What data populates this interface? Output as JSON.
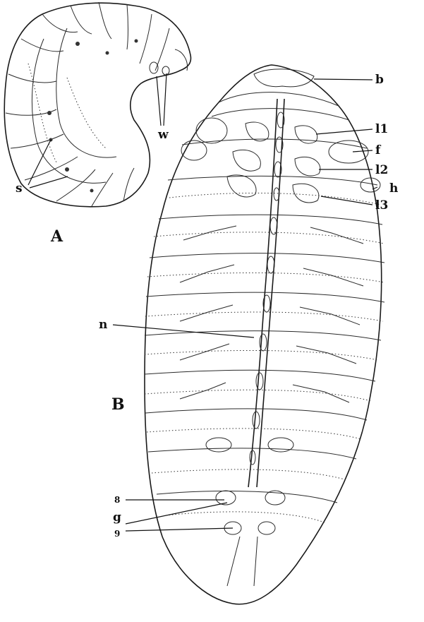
{
  "figure_a": {
    "panel_label": "A",
    "labels": {
      "w": "w",
      "s": "s"
    }
  },
  "figure_b": {
    "panel_label": "B",
    "labels": {
      "b": "b",
      "l1": "l1",
      "f": "f",
      "l2": "l2",
      "h": "h",
      "l3": "l3",
      "n": "n",
      "n8": "8",
      "g": "g",
      "n9": "9"
    }
  },
  "colors": {
    "ink": "#1a1a1a",
    "paper": "#ffffff"
  }
}
